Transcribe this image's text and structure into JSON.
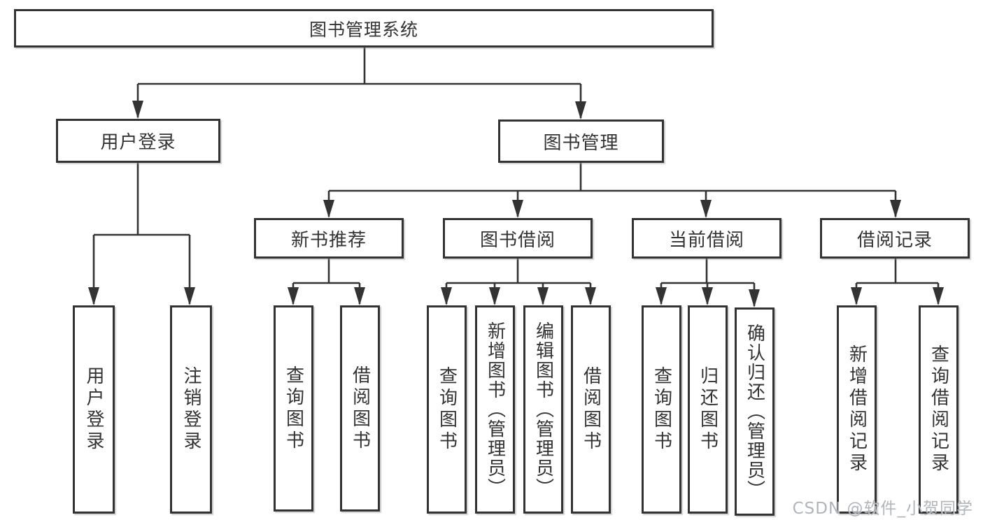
{
  "diagram": {
    "root": {
      "label": "图书管理系统"
    },
    "user_login": {
      "label": "用户登录",
      "children": [
        "用户登录",
        "注销登录"
      ]
    },
    "book_management": {
      "label": "图书管理",
      "sections": [
        {
          "label": "新书推荐",
          "children": [
            "查询图书",
            "借阅图书"
          ]
        },
        {
          "label": "图书借阅",
          "children": [
            "查询图书",
            "新增图书（管理员）",
            "编辑图书（管理员）",
            "借阅图书"
          ]
        },
        {
          "label": "当前借阅",
          "children": [
            "查询图书",
            "归还图书",
            "确认归还（管理员）"
          ]
        },
        {
          "label": "借阅记录",
          "children": [
            "新增借阅记录",
            "查询借阅记录"
          ]
        }
      ]
    },
    "watermark": "CSDN @软件_小贺同学",
    "colors": {
      "line": "#333333",
      "text": "#333333",
      "background": "#ffffff",
      "watermark": "#acb1b8"
    }
  }
}
